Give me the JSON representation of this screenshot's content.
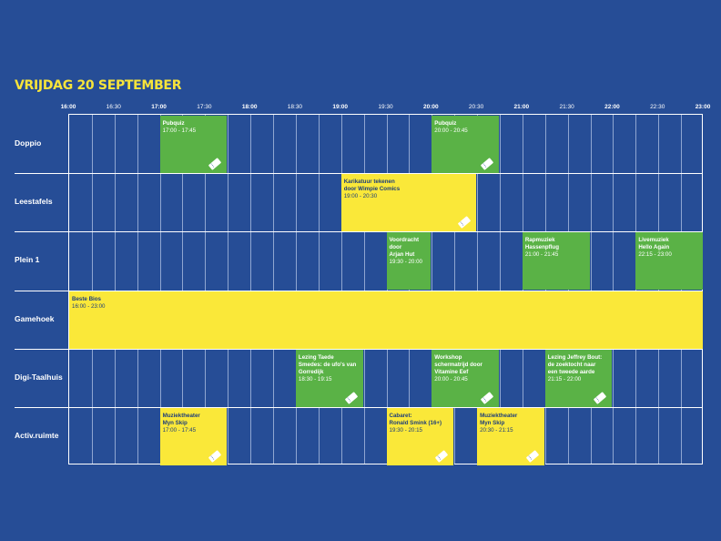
{
  "title": "VRIJDAG 20 SEPTEMBER",
  "times": [
    "16:00",
    "16:30",
    "17:00",
    "17:30",
    "18:00",
    "18:30",
    "19:00",
    "19:30",
    "20:00",
    "20:30",
    "21:00",
    "21:30",
    "22:00",
    "22:30",
    "23:00"
  ],
  "rows": [
    "Doppio",
    "Leestafels",
    "Plein 1",
    "Gamehoek",
    "Digi-Taalhuis",
    "Activ.ruimte"
  ],
  "colors": {
    "background": "#264d96",
    "green": "#5ab246",
    "yellow": "#fae839",
    "title": "#f7e43a"
  },
  "events": [
    {
      "row": 0,
      "start": "17:00",
      "end": "17:45",
      "color": "green",
      "name": "Pubquiz",
      "time": "17:00 - 17:45",
      "ticket": true
    },
    {
      "row": 0,
      "start": "20:00",
      "end": "20:45",
      "color": "green",
      "name": "Pubquiz",
      "time": "20:00 - 20:45",
      "ticket": true
    },
    {
      "row": 1,
      "start": "19:00",
      "end": "20:30",
      "color": "yellow",
      "name": "Karikatuur tekenen\ndoor Wimpie Comics",
      "time": "19:00 - 20:30",
      "ticket": true
    },
    {
      "row": 2,
      "start": "19:30",
      "end": "20:00",
      "color": "green",
      "name": "Voordracht\ndoor\nArjan Hut",
      "time": "19:30 - 20:00",
      "ticket": false
    },
    {
      "row": 2,
      "start": "21:00",
      "end": "21:45",
      "color": "green",
      "name": "Rapmuziek\nHassenpflug",
      "time": "21:00 - 21:45",
      "ticket": false
    },
    {
      "row": 2,
      "start": "22:15",
      "end": "23:00",
      "color": "green",
      "name": "Livemuziek\nHello Again",
      "time": "22:15 - 23:00",
      "ticket": false
    },
    {
      "row": 3,
      "start": "16:00",
      "end": "23:00",
      "color": "yellow",
      "name": "Beste Bios",
      "time": "16:00 - 23:00",
      "ticket": false
    },
    {
      "row": 4,
      "start": "18:30",
      "end": "19:15",
      "color": "green",
      "name": "Lezing Taede\nSmedes: de ufo's van\nGorredijk",
      "time": "18:30 - 19:15",
      "ticket": true
    },
    {
      "row": 4,
      "start": "20:00",
      "end": "20:45",
      "color": "green",
      "name": "Workshop\nschermatrijd door\nVitamine Eef",
      "time": "20:00 - 20:45",
      "ticket": true
    },
    {
      "row": 4,
      "start": "21:15",
      "end": "22:00",
      "color": "green",
      "name": "Lezing Jeffrey Bout:\nde zoektocht naar\neen tweede aarde",
      "time": "21:15 - 22:00",
      "ticket": true
    },
    {
      "row": 5,
      "start": "17:00",
      "end": "17:45",
      "color": "yellow",
      "name": "Muziektheater\nMyn Skip",
      "time": "17:00 - 17:45",
      "ticket": true
    },
    {
      "row": 5,
      "start": "19:30",
      "end": "20:15",
      "color": "yellow",
      "name": "Cabaret:\nRonald Smink (16+)",
      "time": "19:30 - 20:15",
      "ticket": true
    },
    {
      "row": 5,
      "start": "20:30",
      "end": "21:15",
      "color": "yellow",
      "name": "Muziektheater\nMyn Skip",
      "time": "20:30 - 21:15",
      "ticket": true
    }
  ]
}
